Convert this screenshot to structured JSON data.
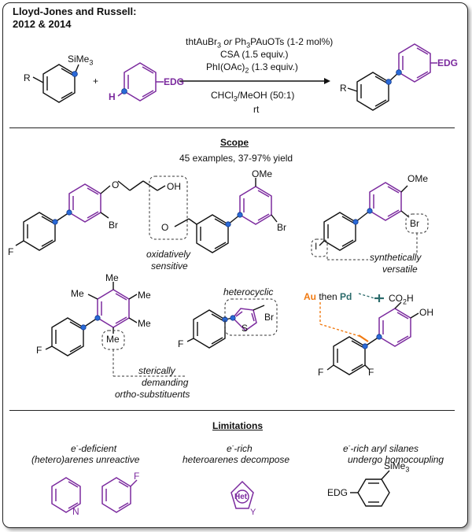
{
  "header": {
    "title_line1": "Lloyd-Jones and Russell:",
    "title_line2": "2012 & 2014"
  },
  "reaction": {
    "cond1_a": "thtAuBr",
    "cond1_a_sub": "3",
    "cond1_or": "or",
    "cond1_b": "Ph",
    "cond1_b_sub": "3",
    "cond1_b2": "PAuOTs (1-2 mol%)",
    "cond2": "CSA (1.5 equiv.)",
    "cond3_a": "PhI(OAc)",
    "cond3_sub": "2",
    "cond3_b": " (1.3 equiv.)",
    "cond4": "CHCl",
    "cond4_sub": "3",
    "cond4_b": "/MeOH (50:1)",
    "cond5": "rt",
    "plus": "+",
    "r_label": "R",
    "sime3": "SiMe",
    "sime3_sub": "3",
    "h_label": "H",
    "edg": "EDG",
    "prod_r": "R",
    "prod_edg": "EDG"
  },
  "scope": {
    "title": "Scope",
    "subtitle": "45 examples, 37-97% yield",
    "labels": {
      "oh": "OH",
      "o": "O",
      "br": "Br",
      "f": "F",
      "o_ald": "O",
      "ome": "OMe",
      "i": "I",
      "me": "Me",
      "s": "S",
      "co2h": "CO",
      "co2h_sub": "2",
      "co2h_end": "H",
      "au": "Au",
      "then": "then",
      "pd": "Pd"
    },
    "notes": {
      "oxidative_1": "oxidatively",
      "oxidative_2": "sensitive",
      "synth_1": "synthetically",
      "synth_2": "versatile",
      "heterocyclic": "heterocyclic",
      "steric_1": "sterically",
      "steric_2": "demanding",
      "steric_3": "ortho-substituents"
    }
  },
  "limitations": {
    "title": "Limitations",
    "col1_line1": "-deficient",
    "col1_line2": "(hetero)arenes unreactive",
    "col2_line1": "-rich",
    "col2_line2": "heteroarenes decompose",
    "col3_line1": "-rich aryl silanes",
    "col3_line2": "undergo homocoupling",
    "e_label": "e",
    "e_sup": "-",
    "n": "N",
    "f": "F",
    "het": "Het",
    "y": "Y",
    "edg": "EDG",
    "sime3": "SiMe",
    "sime3_sub": "3"
  }
}
